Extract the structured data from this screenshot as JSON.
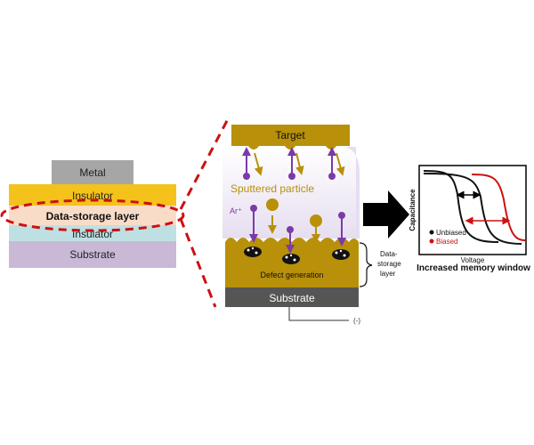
{
  "stack": {
    "metal": "Metal",
    "insulator_top": "Insulator",
    "data_storage": "Data-storage  layer",
    "insulator_bottom": "Insulator",
    "substrate": "Substrate"
  },
  "chamber": {
    "target": "Target",
    "sputtered": "Sputtered particle",
    "ar_ion": "Ar⁺",
    "defect": "Defect generation",
    "substrate": "Substrate",
    "bias": "(-)",
    "brace_label_lines": [
      "Data-",
      "storage",
      "layer"
    ]
  },
  "graph": {
    "ylabel": "Capacitance",
    "xlabel": "Voltage",
    "legend_unbiased": "Unbiased",
    "legend_biased": "Biased",
    "caption": "Increased memory  window"
  },
  "colors": {
    "metal": "#a6a6a6",
    "insulator": "#f5c21b",
    "data_storage": "#f9dcc8",
    "insulator_bottom": "#bfe0e3",
    "substrate": "#c9b8d6",
    "gold": "#b8900a",
    "purple": "#7a3aa8",
    "red": "#cc1111",
    "dark": "#444444"
  }
}
